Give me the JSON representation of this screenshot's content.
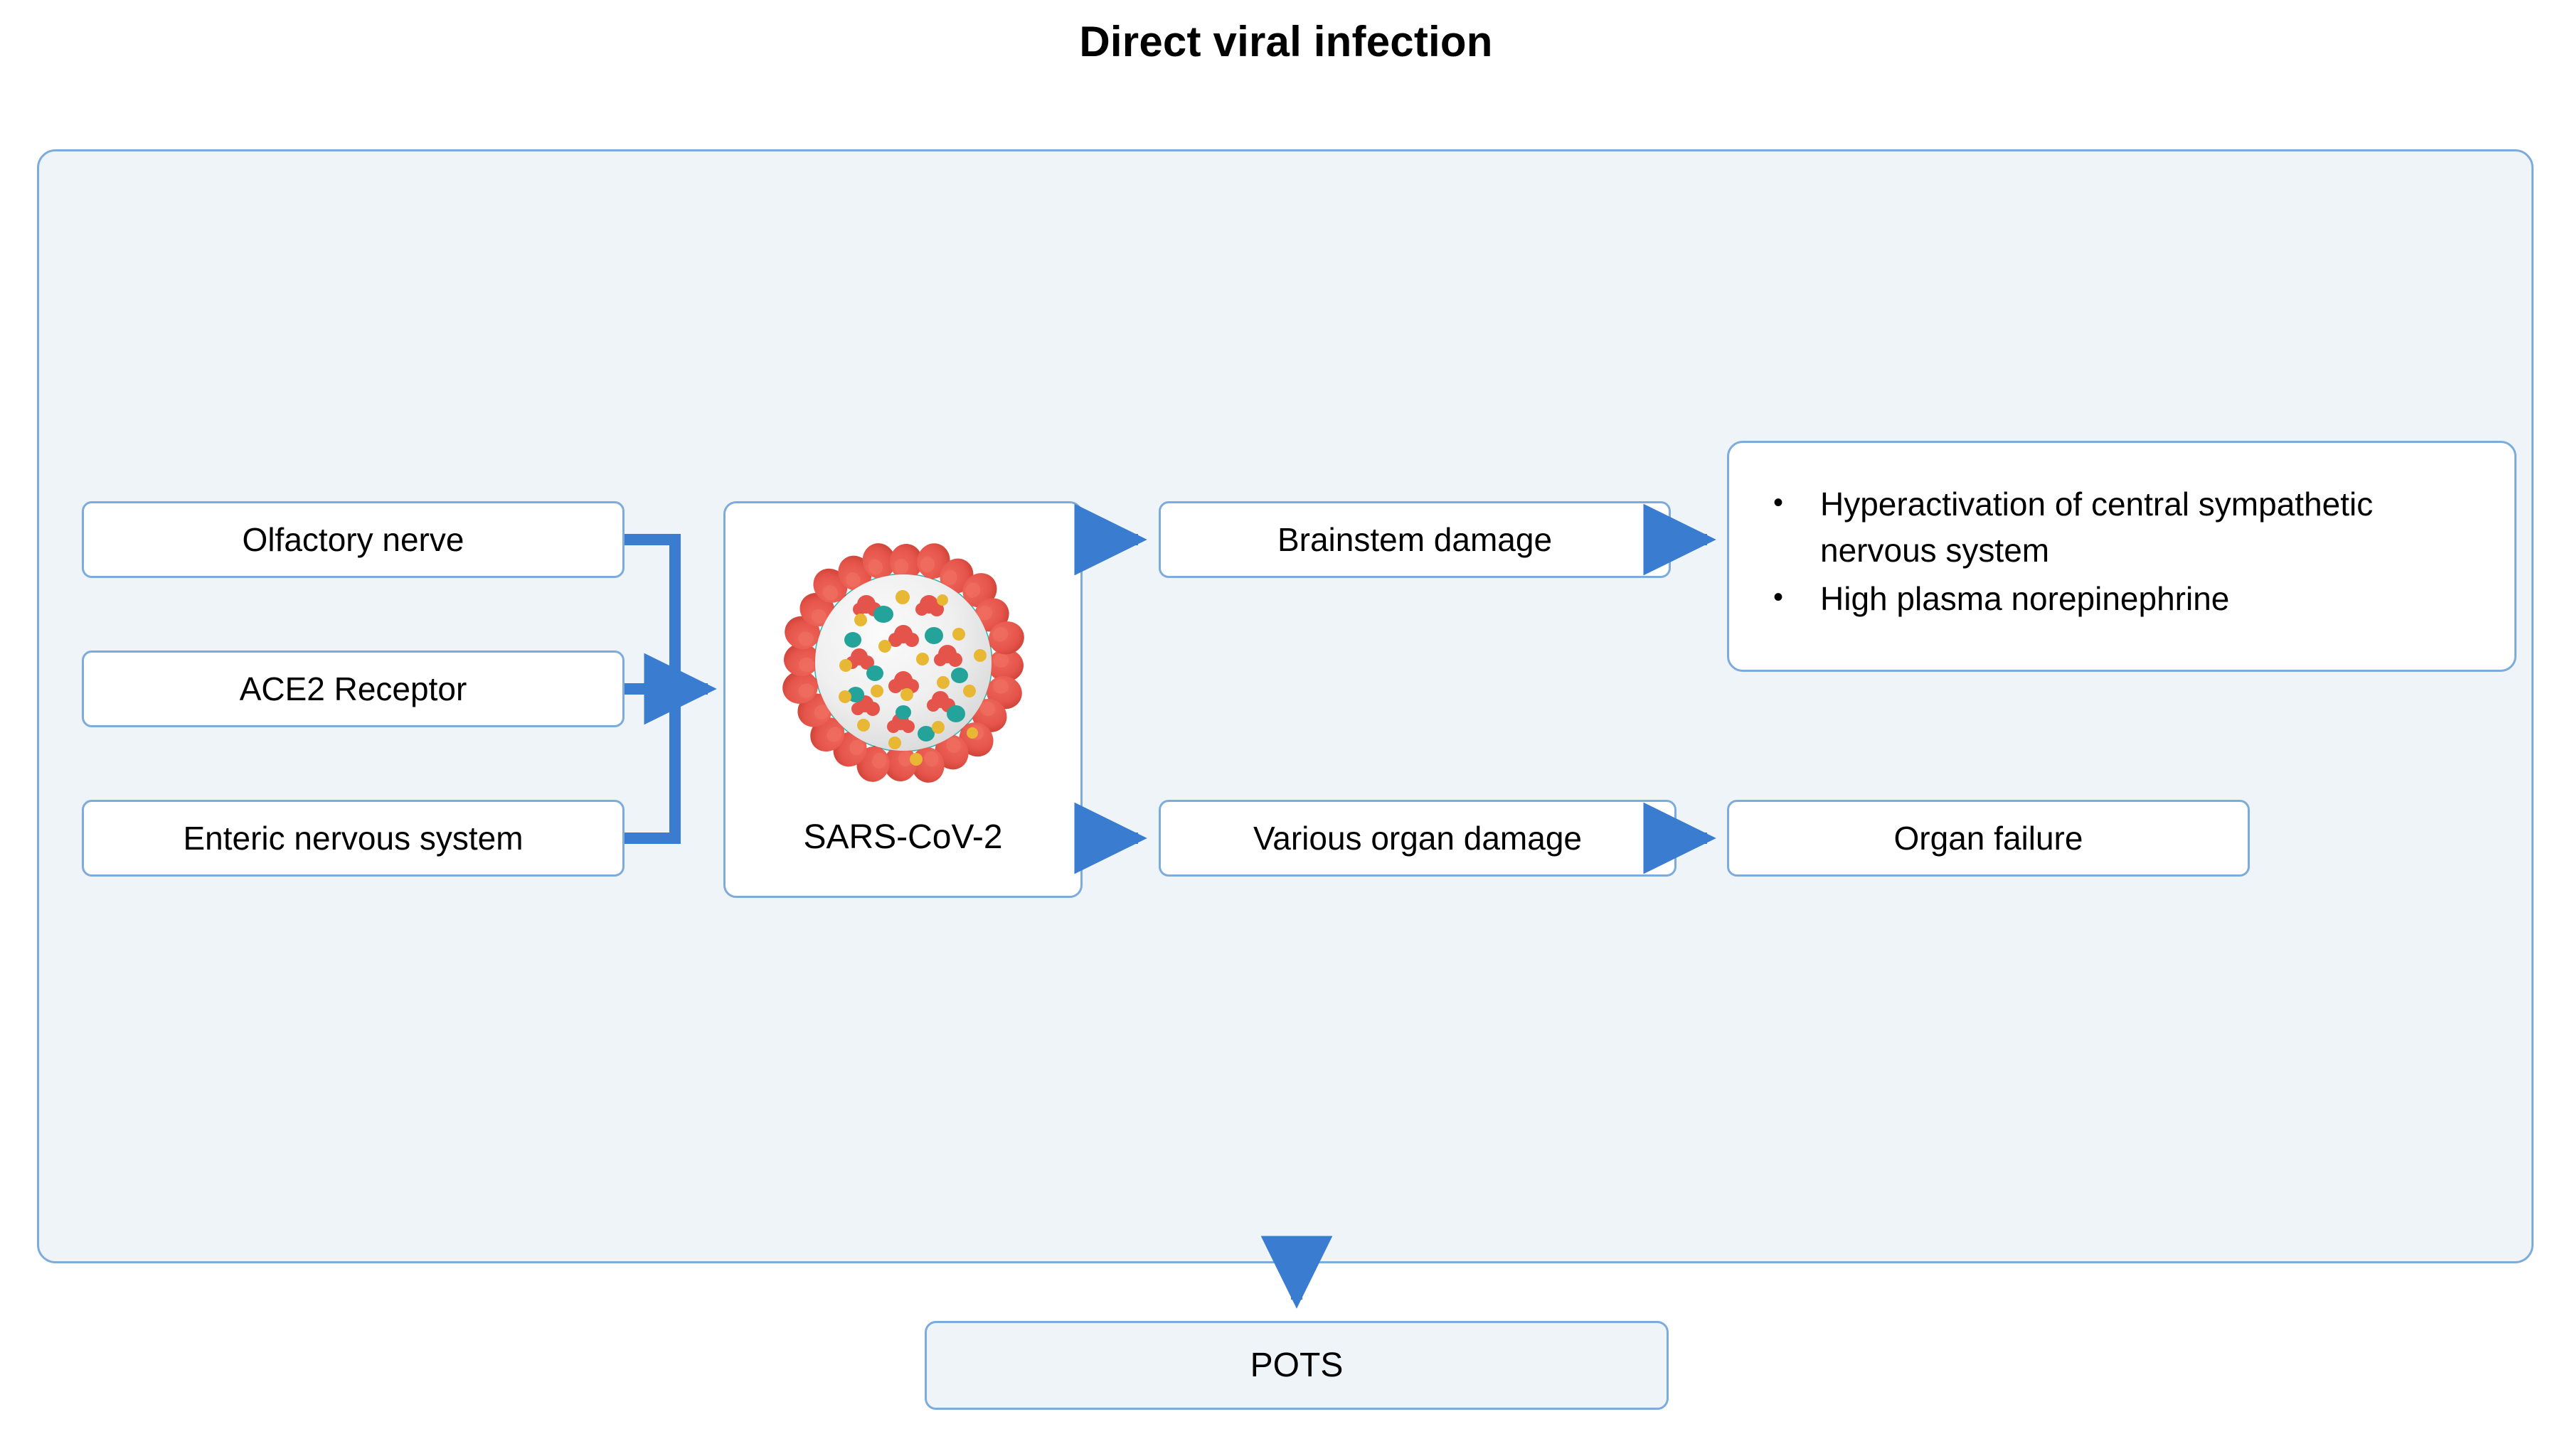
{
  "title": "Direct viral infection",
  "colors": {
    "panel_background": "#eef4f8",
    "panel_border": "#7dabdc",
    "node_background": "#ffffff",
    "node_border": "#7dabdc",
    "arrow": "#3a7dd0",
    "text": "#000000",
    "virus_body": "#e9e9e9",
    "virus_spike": "#e8554a",
    "virus_spike_dark": "#b93a2f",
    "virus_dot_teal": "#23a39a",
    "virus_dot_yellow": "#e8b734"
  },
  "panel": {
    "sources": [
      {
        "id": "olfactory",
        "label": "Olfactory nerve"
      },
      {
        "id": "ace2",
        "label": "ACE2 Receptor"
      },
      {
        "id": "enteric",
        "label": "Enteric nervous system"
      }
    ],
    "virus": {
      "label": "SARS-CoV-2",
      "icon": "coronavirus-icon"
    },
    "outcomes": {
      "brainstem": "Brainstem damage",
      "organ_damage": "Various organ damage",
      "organ_failure": "Organ failure"
    },
    "bullets": [
      "Hyperactivation of central sympathetic nervous system",
      "High plasma norepinephrine"
    ]
  },
  "result": {
    "label": "POTS"
  },
  "arrows": [
    {
      "from": "sources",
      "to": "virus",
      "type": "merge-right"
    },
    {
      "from": "virus",
      "to": "brainstem",
      "type": "right"
    },
    {
      "from": "brainstem",
      "to": "bullets",
      "type": "right"
    },
    {
      "from": "virus",
      "to": "organ_damage",
      "type": "right"
    },
    {
      "from": "organ_damage",
      "to": "organ_failure",
      "type": "right"
    },
    {
      "from": "panel",
      "to": "pots",
      "type": "down"
    }
  ]
}
